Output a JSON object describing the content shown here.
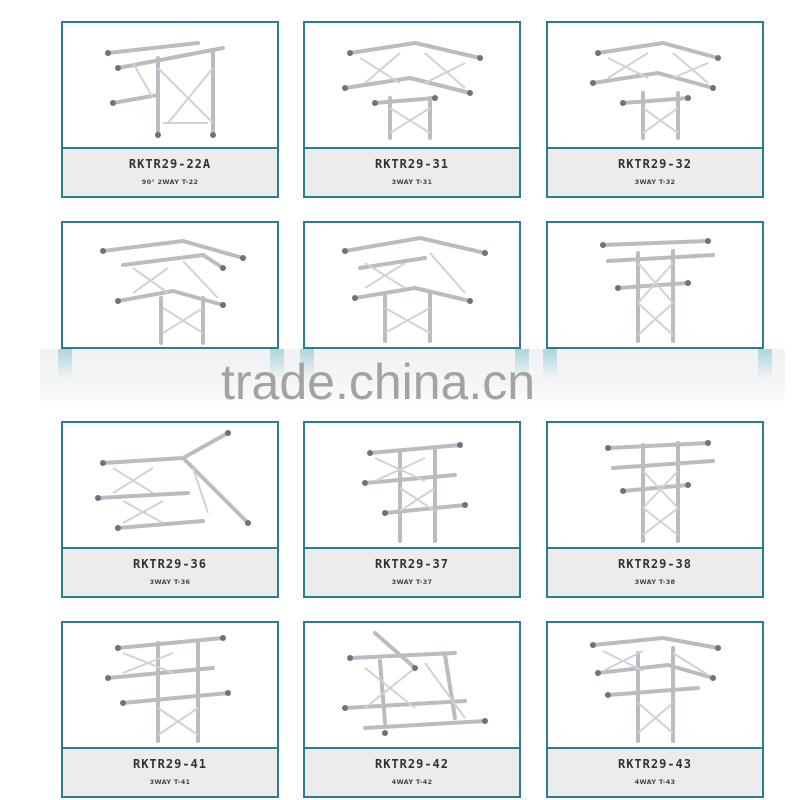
{
  "watermark": "trade.china.cn",
  "colors": {
    "border": "#2b7d92",
    "label_bg": "#ececec",
    "watermark": "#a3a3a3",
    "text": "#333333"
  },
  "rows": [
    {
      "cards": [
        {
          "model": "RKTR29-22A",
          "subtitle": "90° 2WAY T-22",
          "image": "truss-90-degree-2way-corner"
        },
        {
          "model": "RKTR29-31",
          "subtitle": "3WAY T-31",
          "image": "truss-3way-corner"
        },
        {
          "model": "RKTR29-32",
          "subtitle": "3WAY T-32",
          "image": "truss-3way-corner"
        }
      ]
    },
    {
      "cards": [
        {
          "model": "",
          "subtitle": "",
          "image": "truss-3way-corner-down"
        },
        {
          "model": "",
          "subtitle": "",
          "image": "truss-3way-corner-down"
        },
        {
          "model": "",
          "subtitle": "",
          "image": "truss-t-junction-down"
        }
      ]
    },
    {
      "cards": [
        {
          "model": "RKTR29-36",
          "subtitle": "3WAY T-36",
          "image": "truss-3way-t-horizontal"
        },
        {
          "model": "RKTR29-37",
          "subtitle": "3WAY T-37",
          "image": "truss-3way-t-vertical"
        },
        {
          "model": "RKTR29-38",
          "subtitle": "3WAY T-38",
          "image": "truss-3way-t-vertical"
        }
      ]
    },
    {
      "cards": [
        {
          "model": "RKTR29-41",
          "subtitle": "3WAY T-41",
          "image": "truss-3way-t"
        },
        {
          "model": "RKTR29-42",
          "subtitle": "4WAY T-42",
          "image": "truss-4way-cross"
        },
        {
          "model": "RKTR29-43",
          "subtitle": "4WAY T-43",
          "image": "truss-4way-corner"
        }
      ]
    }
  ]
}
